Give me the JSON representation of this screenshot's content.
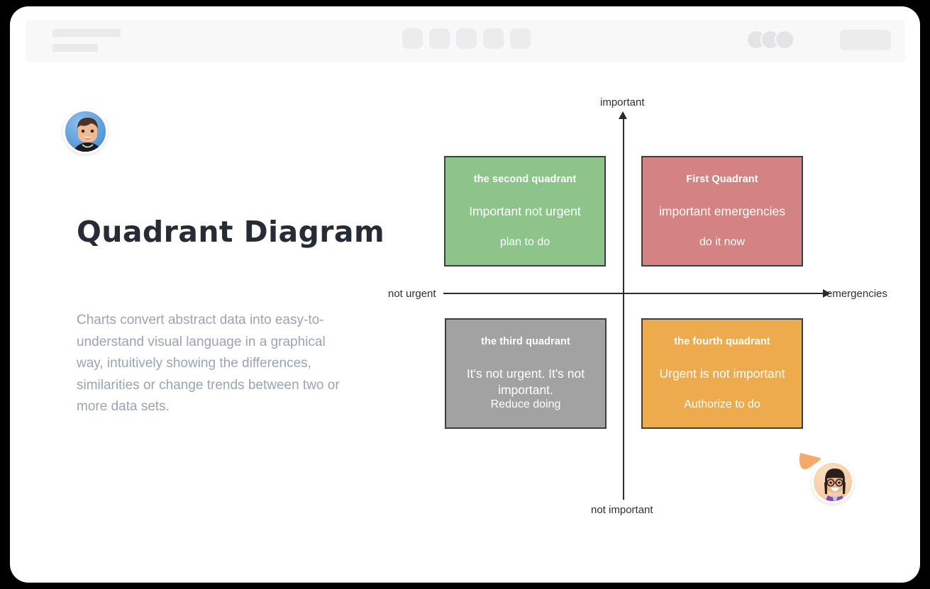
{
  "window": {
    "background_color": "#000000",
    "canvas_color": "#ffffff"
  },
  "header": {
    "skeleton": true,
    "title_bar_placeholder_count": 2,
    "tab_placeholder_count": 5,
    "avatar_placeholder_count": 3,
    "button_placeholder_count": 1,
    "placeholder_color": "#eaeaec",
    "bar_color": "#f8f8f9"
  },
  "left_panel": {
    "title": "Quadrant  Diagram",
    "description": "Charts convert abstract data into easy-to-understand visual language in a graphical way, intuitively showing the differences, similarities or change trends between two or more data sets.",
    "title_color": "#252c36",
    "description_color": "#9ba3b4"
  },
  "collaborators": [
    {
      "name": "collaborator-one",
      "cursor_color": "#3f85cb",
      "position": "top-left"
    },
    {
      "name": "collaborator-two",
      "cursor_color": "#f6a96a",
      "position": "bottom-right"
    }
  ],
  "chart_data": {
    "type": "quadrant",
    "title": "Quadrant  Diagram",
    "xlabel_low": "not urgent",
    "xlabel_high": "emergencies",
    "ylabel_low": "not important",
    "ylabel_high": "important",
    "axis_color": "#2b2b2b",
    "grid": false,
    "legend": "none",
    "quadrants": [
      {
        "id": "q2",
        "position": "top-left",
        "title": "the second quadrant",
        "description": "Important not urgent",
        "action": "plan to do",
        "color": "#8cc489",
        "border_color": "#3a3f44",
        "text_color": "#ffffff"
      },
      {
        "id": "q1",
        "position": "top-right",
        "title": "First Quadrant",
        "description": "important emergencies",
        "action": "do it now",
        "color": "#d38381",
        "border_color": "#3a3f44",
        "text_color": "#ffffff"
      },
      {
        "id": "q3",
        "position": "bottom-left",
        "title": "the third quadrant",
        "description": "It's not urgent. It's not important.",
        "action": "Reduce doing",
        "color": "#a2a2a2",
        "border_color": "#3a3f44",
        "text_color": "#ffffff"
      },
      {
        "id": "q4",
        "position": "bottom-right",
        "title": "the fourth quadrant",
        "description": "Urgent is not important",
        "action": "Authorize to do",
        "color": "#eeab4d",
        "border_color": "#3a3f44",
        "text_color": "#ffffff"
      }
    ]
  }
}
